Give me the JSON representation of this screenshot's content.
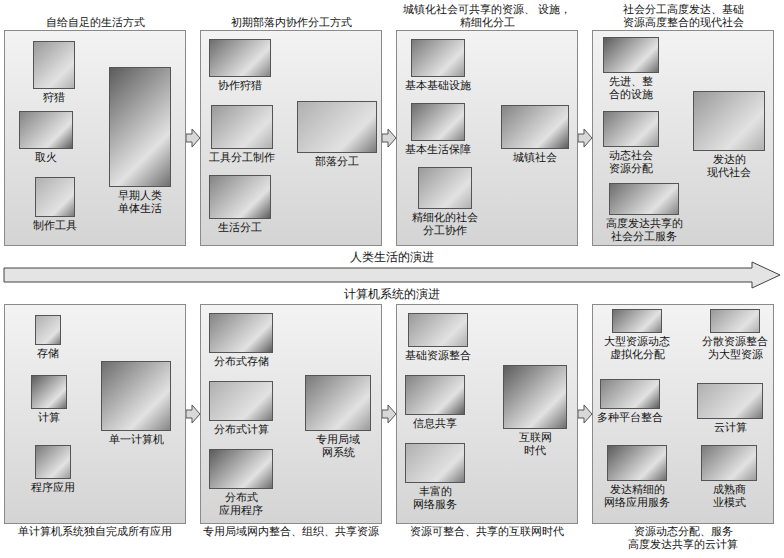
{
  "diagram": {
    "nodes": [
      {
        "text": [
          "自给自足的生活方式"
        ]
      },
      {
        "text": [
          "狩猎"
        ],
        "in": 0
      },
      {
        "text": [
          "取火"
        ],
        "in": 0
      },
      {
        "text": [
          "制作工具"
        ],
        "in": 0
      },
      {
        "text": [
          "早期人类 单体生活"
        ],
        "in": 0
      },
      {
        "text": [
          "初期部落内协作分工方式"
        ]
      },
      {
        "text": [
          "协作狩猎"
        ],
        "in": 5
      },
      {
        "text": [
          "工具分工制作"
        ],
        "in": 5
      },
      {
        "text": [
          "生活分工"
        ],
        "in": 5
      },
      {
        "text": [
          "部落分工"
        ],
        "in": 5
      },
      {
        "text": [
          "城镇化社会可共享的资源、 设施，精细化分工"
        ]
      },
      {
        "text": [
          "基本基础设施"
        ],
        "in": 10
      },
      {
        "text": [
          "基本生活保障"
        ],
        "in": 10
      },
      {
        "text": [
          "精细化的社会 分工协作"
        ],
        "in": 10
      },
      {
        "text": [
          "城镇社会"
        ],
        "in": 10
      },
      {
        "text": [
          "社会分工高度发达、基础 资源高度整合的现代社会"
        ]
      },
      {
        "text": [
          "先进、整 合的设施"
        ],
        "in": 15
      },
      {
        "text": [
          "动态社会 资源分配"
        ],
        "in": 15
      },
      {
        "text": [
          "高度发达共享的 社会分工服务"
        ],
        "in": 15
      },
      {
        "text": [
          "发达的 现代社会"
        ],
        "in": 15
      },
      {
        "text": [
          "单计算机系统独自完成所有应用"
        ]
      },
      {
        "text": [
          "存储"
        ],
        "in": 20
      },
      {
        "text": [
          "计算"
        ],
        "in": 20
      },
      {
        "text": [
          "程序应用"
        ],
        "in": 20
      },
      {
        "text": [
          "单一计算机"
        ],
        "in": 20
      },
      {
        "text": [
          "专用局域网内整合、组织、共享资源"
        ]
      },
      {
        "text": [
          "分布式存储"
        ],
        "in": 25
      },
      {
        "text": [
          "分布式计算"
        ],
        "in": 25
      },
      {
        "text": [
          "分布式 应用程序"
        ],
        "in": 25
      },
      {
        "text": [
          "专用局域 网系统"
        ],
        "in": 25
      },
      {
        "text": [
          "资源可整合、共享的互联网时代"
        ]
      },
      {
        "text": [
          "基础资源整合"
        ],
        "in": 30
      },
      {
        "text": [
          "信息共享"
        ],
        "in": 30
      },
      {
        "text": [
          "丰富的 网络服务"
        ],
        "in": 30
      },
      {
        "text": [
          "互联网 时代"
        ],
        "in": 30
      },
      {
        "text": [
          "资源动态分配、服务 高度发达共享的云计算"
        ]
      },
      {
        "text": [
          "大型资源动态 虚拟化分配"
        ],
        "in": 35
      },
      {
        "text": [
          "分散资源整合 为大型资源"
        ],
        "in": 35
      },
      {
        "text": [
          "多种平台整合"
        ],
        "in": 35
      },
      {
        "text": [
          "云计算"
        ],
        "in": 35
      },
      {
        "text": [
          "发达精细的 网络应用服务"
        ],
        "in": 35
      },
      {
        "text": [
          "成熟商 业模式"
        ],
        "in": 35
      }
    ],
    "edges": [
      {
        "from": 0,
        "to": 5,
        "arrow": "to"
      },
      {
        "from": 5,
        "to": 10,
        "arrow": "to"
      },
      {
        "from": 10,
        "to": 15,
        "arrow": "to"
      },
      {
        "from": 1,
        "to": 4,
        "arrow": "none"
      },
      {
        "from": 2,
        "to": 4,
        "arrow": "none"
      },
      {
        "from": 3,
        "to": 4,
        "arrow": "none"
      },
      {
        "from": 6,
        "to": 9,
        "arrow": "none"
      },
      {
        "from": 7,
        "to": 9,
        "arrow": "none"
      },
      {
        "from": 8,
        "to": 9,
        "arrow": "none"
      },
      {
        "from": 11,
        "to": 14,
        "arrow": "none"
      },
      {
        "from": 12,
        "to": 14,
        "arrow": "none"
      },
      {
        "from": 13,
        "to": 14,
        "arrow": "none"
      },
      {
        "from": 16,
        "to": 19,
        "arrow": "none"
      },
      {
        "from": 17,
        "to": 19,
        "arrow": "none"
      },
      {
        "from": 18,
        "to": 19,
        "arrow": "none"
      },
      {
        "from": 20,
        "to": 25,
        "arrow": "to"
      },
      {
        "from": 25,
        "to": 30,
        "arrow": "to"
      },
      {
        "from": 30,
        "to": 35,
        "arrow": "to"
      },
      {
        "from": 21,
        "to": 24,
        "arrow": "none"
      },
      {
        "from": 22,
        "to": 24,
        "arrow": "none"
      },
      {
        "from": 23,
        "to": 24,
        "arrow": "none"
      },
      {
        "from": 26,
        "to": 29,
        "arrow": "none"
      },
      {
        "from": 27,
        "to": 29,
        "arrow": "none"
      },
      {
        "from": 28,
        "to": 29,
        "arrow": "none"
      },
      {
        "from": 31,
        "to": 34,
        "arrow": "none"
      },
      {
        "from": 32,
        "to": 34,
        "arrow": "none"
      },
      {
        "from": 33,
        "to": 34,
        "arrow": "none"
      },
      {
        "from": 36,
        "to": 39,
        "arrow": "none"
      },
      {
        "from": 37,
        "to": 39,
        "arrow": "none"
      },
      {
        "from": 38,
        "to": 39,
        "arrow": "none"
      },
      {
        "from": 40,
        "to": 39,
        "arrow": "none"
      },
      {
        "from": 41,
        "to": 39,
        "arrow": "none"
      }
    ],
    "labels": [
      "人类生活的演进",
      "计算机系统的演进"
    ]
  }
}
